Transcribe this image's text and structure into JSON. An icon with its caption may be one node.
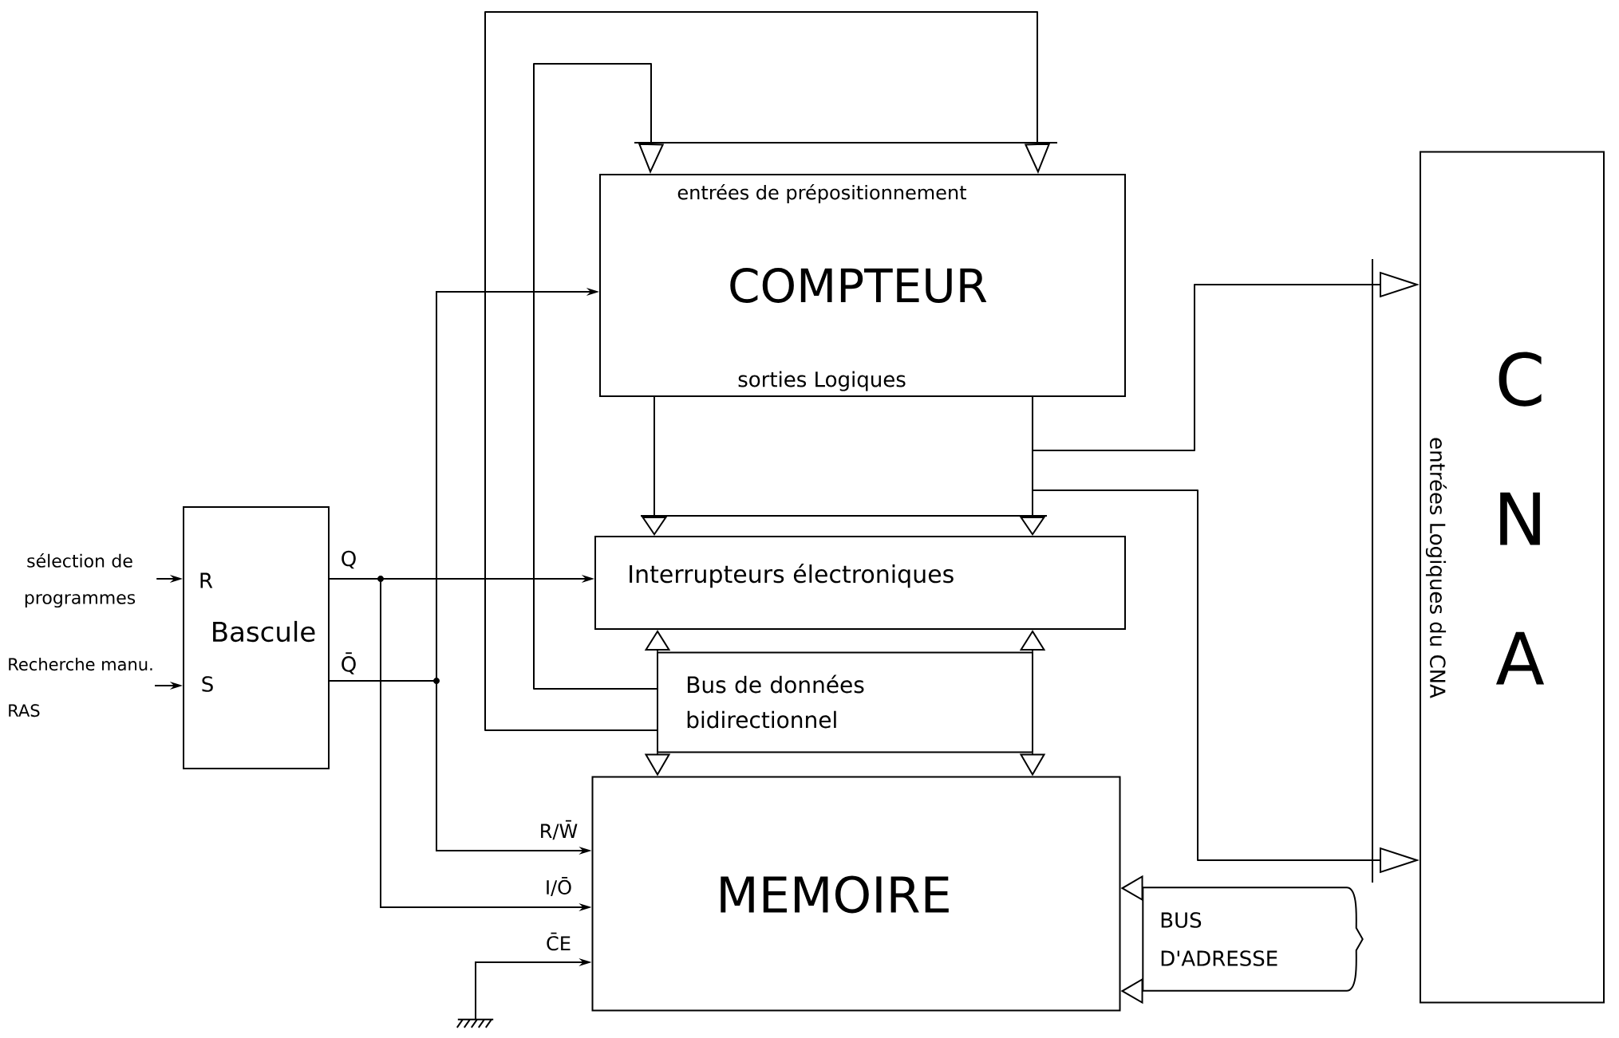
{
  "diagram": {
    "nodes": [
      {
        "text": [
          "Bascule"
        ]
      },
      {
        "text": [
          "entrées de prépositionnement",
          "COMPTEUR",
          "sorties Logiques"
        ]
      },
      {
        "text": [
          "Interrupteurs électroniques"
        ]
      },
      {
        "text": [
          "Bus de données bidirectionnel"
        ]
      },
      {
        "text": [
          "MEMOIRE"
        ]
      },
      {
        "text": [
          "BUS D'ADRESSE"
        ]
      },
      {
        "text": [
          "entrées Logiques du CNA",
          "C N A"
        ]
      },
      {
        "text": [],
        "shape": "ground"
      },
      {
        "text": [
          "sélection de programmes"
        ]
      },
      {
        "text": [
          "Recherche manu.",
          "RAS"
        ]
      }
    ],
    "edges": [
      {
        "from": 8,
        "to": 0,
        "arrow": "to"
      },
      {
        "from": 9,
        "to": 0,
        "arrow": "to"
      },
      {
        "from": 0,
        "to": 2,
        "arrow": "to"
      },
      {
        "from": 0,
        "to": 4,
        "arrow": "to",
        "label": "I/Ō"
      },
      {
        "from": 0,
        "to": 1,
        "arrow": "to"
      },
      {
        "from": 0,
        "to": 4,
        "arrow": "to",
        "label": "R/W̄"
      },
      {
        "from": 7,
        "to": 4,
        "arrow": "to",
        "label": "C̄E"
      },
      {
        "from": 1,
        "to": 2,
        "arrow": "to"
      },
      {
        "from": 3,
        "to": 2,
        "arrow": "to"
      },
      {
        "from": 3,
        "to": 4,
        "arrow": "to"
      },
      {
        "from": 3,
        "to": 1,
        "arrow": "to"
      },
      {
        "from": 3,
        "to": 1,
        "arrow": "to"
      },
      {
        "from": 1,
        "to": 6,
        "arrow": "to"
      },
      {
        "from": 1,
        "to": 6,
        "arrow": "to"
      },
      {
        "from": 5,
        "to": 4,
        "arrow": "to"
      }
    ],
    "labels": [
      "R",
      "S",
      "Q",
      "Q̄"
    ]
  }
}
